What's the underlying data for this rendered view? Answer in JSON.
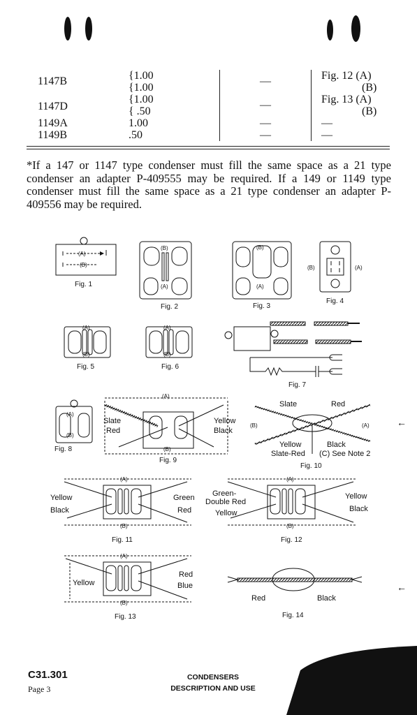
{
  "table": {
    "rows": [
      {
        "code": "1147B",
        "caps": [
          "{1.00",
          "{1.00"
        ],
        "col3": "—",
        "fig": [
          "Fig. 12 (A)",
          "(B)"
        ]
      },
      {
        "code": "1147D",
        "caps": [
          "{1.00",
          "{ .50"
        ],
        "col3": "—",
        "fig": [
          "Fig. 13 (A)",
          "(B)"
        ]
      },
      {
        "code": "1149A",
        "caps": [
          "1.00"
        ],
        "col3": "—",
        "fig": [
          "—"
        ]
      },
      {
        "code": "1149B",
        "caps": [
          ".50"
        ],
        "col3": "—",
        "fig": [
          "—"
        ]
      }
    ]
  },
  "note": "*If a 147 or 1147 type condenser must fill the same space as a 21 type condenser an adapter P-409555 may be required. If a 149 or 1149 type condenser must fill the same space as a 21 type condenser an adapter P-409556 may be required.",
  "figures": {
    "f1": "Fig. 1",
    "f2": "Fig. 2",
    "f3": "Fig. 3",
    "f4": "Fig. 4",
    "f5": "Fig. 5",
    "f6": "Fig. 6",
    "f7": "Fig. 7",
    "f8": "Fig. 8",
    "f9": "Fig. 9",
    "f10": "Fig. 10",
    "f11": "Fig. 11",
    "f12": "Fig. 12",
    "f13": "Fig. 13",
    "f14": "Fig. 14"
  },
  "labels": {
    "A": "(A)",
    "B": "(B)",
    "C": "(C) See Note 2",
    "slate": "Slate",
    "red": "Red",
    "yellow": "Yellow",
    "black": "Black",
    "green": "Green",
    "slate_red": "Slate-Red",
    "green_double_red_1": "Green-",
    "green_double_red_2": "Double Red",
    "blue": "Blue",
    "arrow": "←"
  },
  "footer": {
    "code": "C31.301",
    "page": "Page 3",
    "title1": "CONDENSERS",
    "title2": "DESCRIPTION AND USE"
  }
}
